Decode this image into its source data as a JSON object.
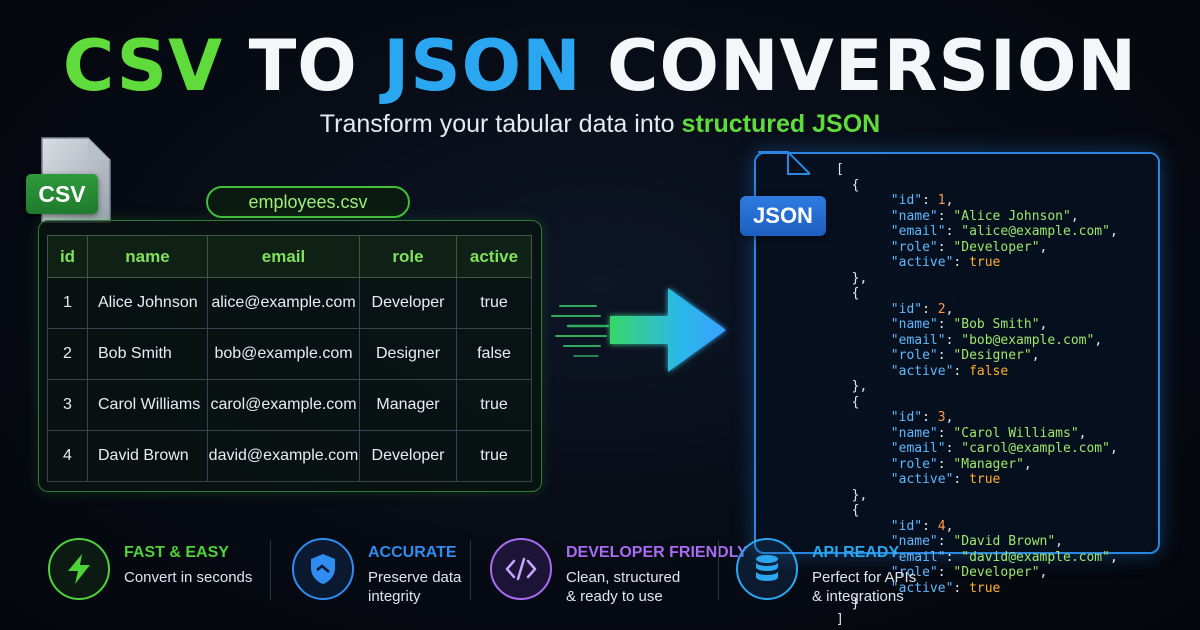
{
  "header": {
    "title_part1": "CSV",
    "title_part2": "TO",
    "title_part3": "JSON",
    "title_part4": "CONVERSION",
    "subtitle_part1": "Transform your tabular data into",
    "subtitle_part2": "structured JSON"
  },
  "csv_panel": {
    "badge": "CSV",
    "filename": "employees.csv",
    "columns": [
      "id",
      "name",
      "email",
      "role",
      "active"
    ],
    "rows": [
      [
        "1",
        "Alice Johnson",
        "alice@example.com",
        "Developer",
        "true"
      ],
      [
        "2",
        "Bob Smith",
        "bob@example.com",
        "Designer",
        "false"
      ],
      [
        "3",
        "Carol Williams",
        "carol@example.com",
        "Manager",
        "true"
      ],
      [
        "4",
        "David Brown",
        "david@example.com",
        "Developer",
        "true"
      ]
    ]
  },
  "json_panel": {
    "badge": "JSON"
  },
  "features": [
    {
      "title": "FAST & EASY",
      "desc1": "Convert in seconds",
      "desc2": "",
      "icon": "lightning-icon",
      "color": "#4fd13a"
    },
    {
      "title": "ACCURATE",
      "desc1": "Preserve data",
      "desc2": "integrity",
      "icon": "shield-icon",
      "color": "#2f8cf0"
    },
    {
      "title": "DEVELOPER FRIENDLY",
      "desc1": "Clean, structured",
      "desc2": "& ready to use",
      "icon": "code-icon",
      "color": "#a76cf2"
    },
    {
      "title": "API READY",
      "desc1": "Perfect for APIs",
      "desc2": "& integrations",
      "icon": "database-icon",
      "color": "#2aa7f0"
    }
  ],
  "colors": {
    "green": "#5fdc3c",
    "blue": "#2aa7f0",
    "purple": "#a76cf2",
    "orange": "#ff9a4a"
  }
}
